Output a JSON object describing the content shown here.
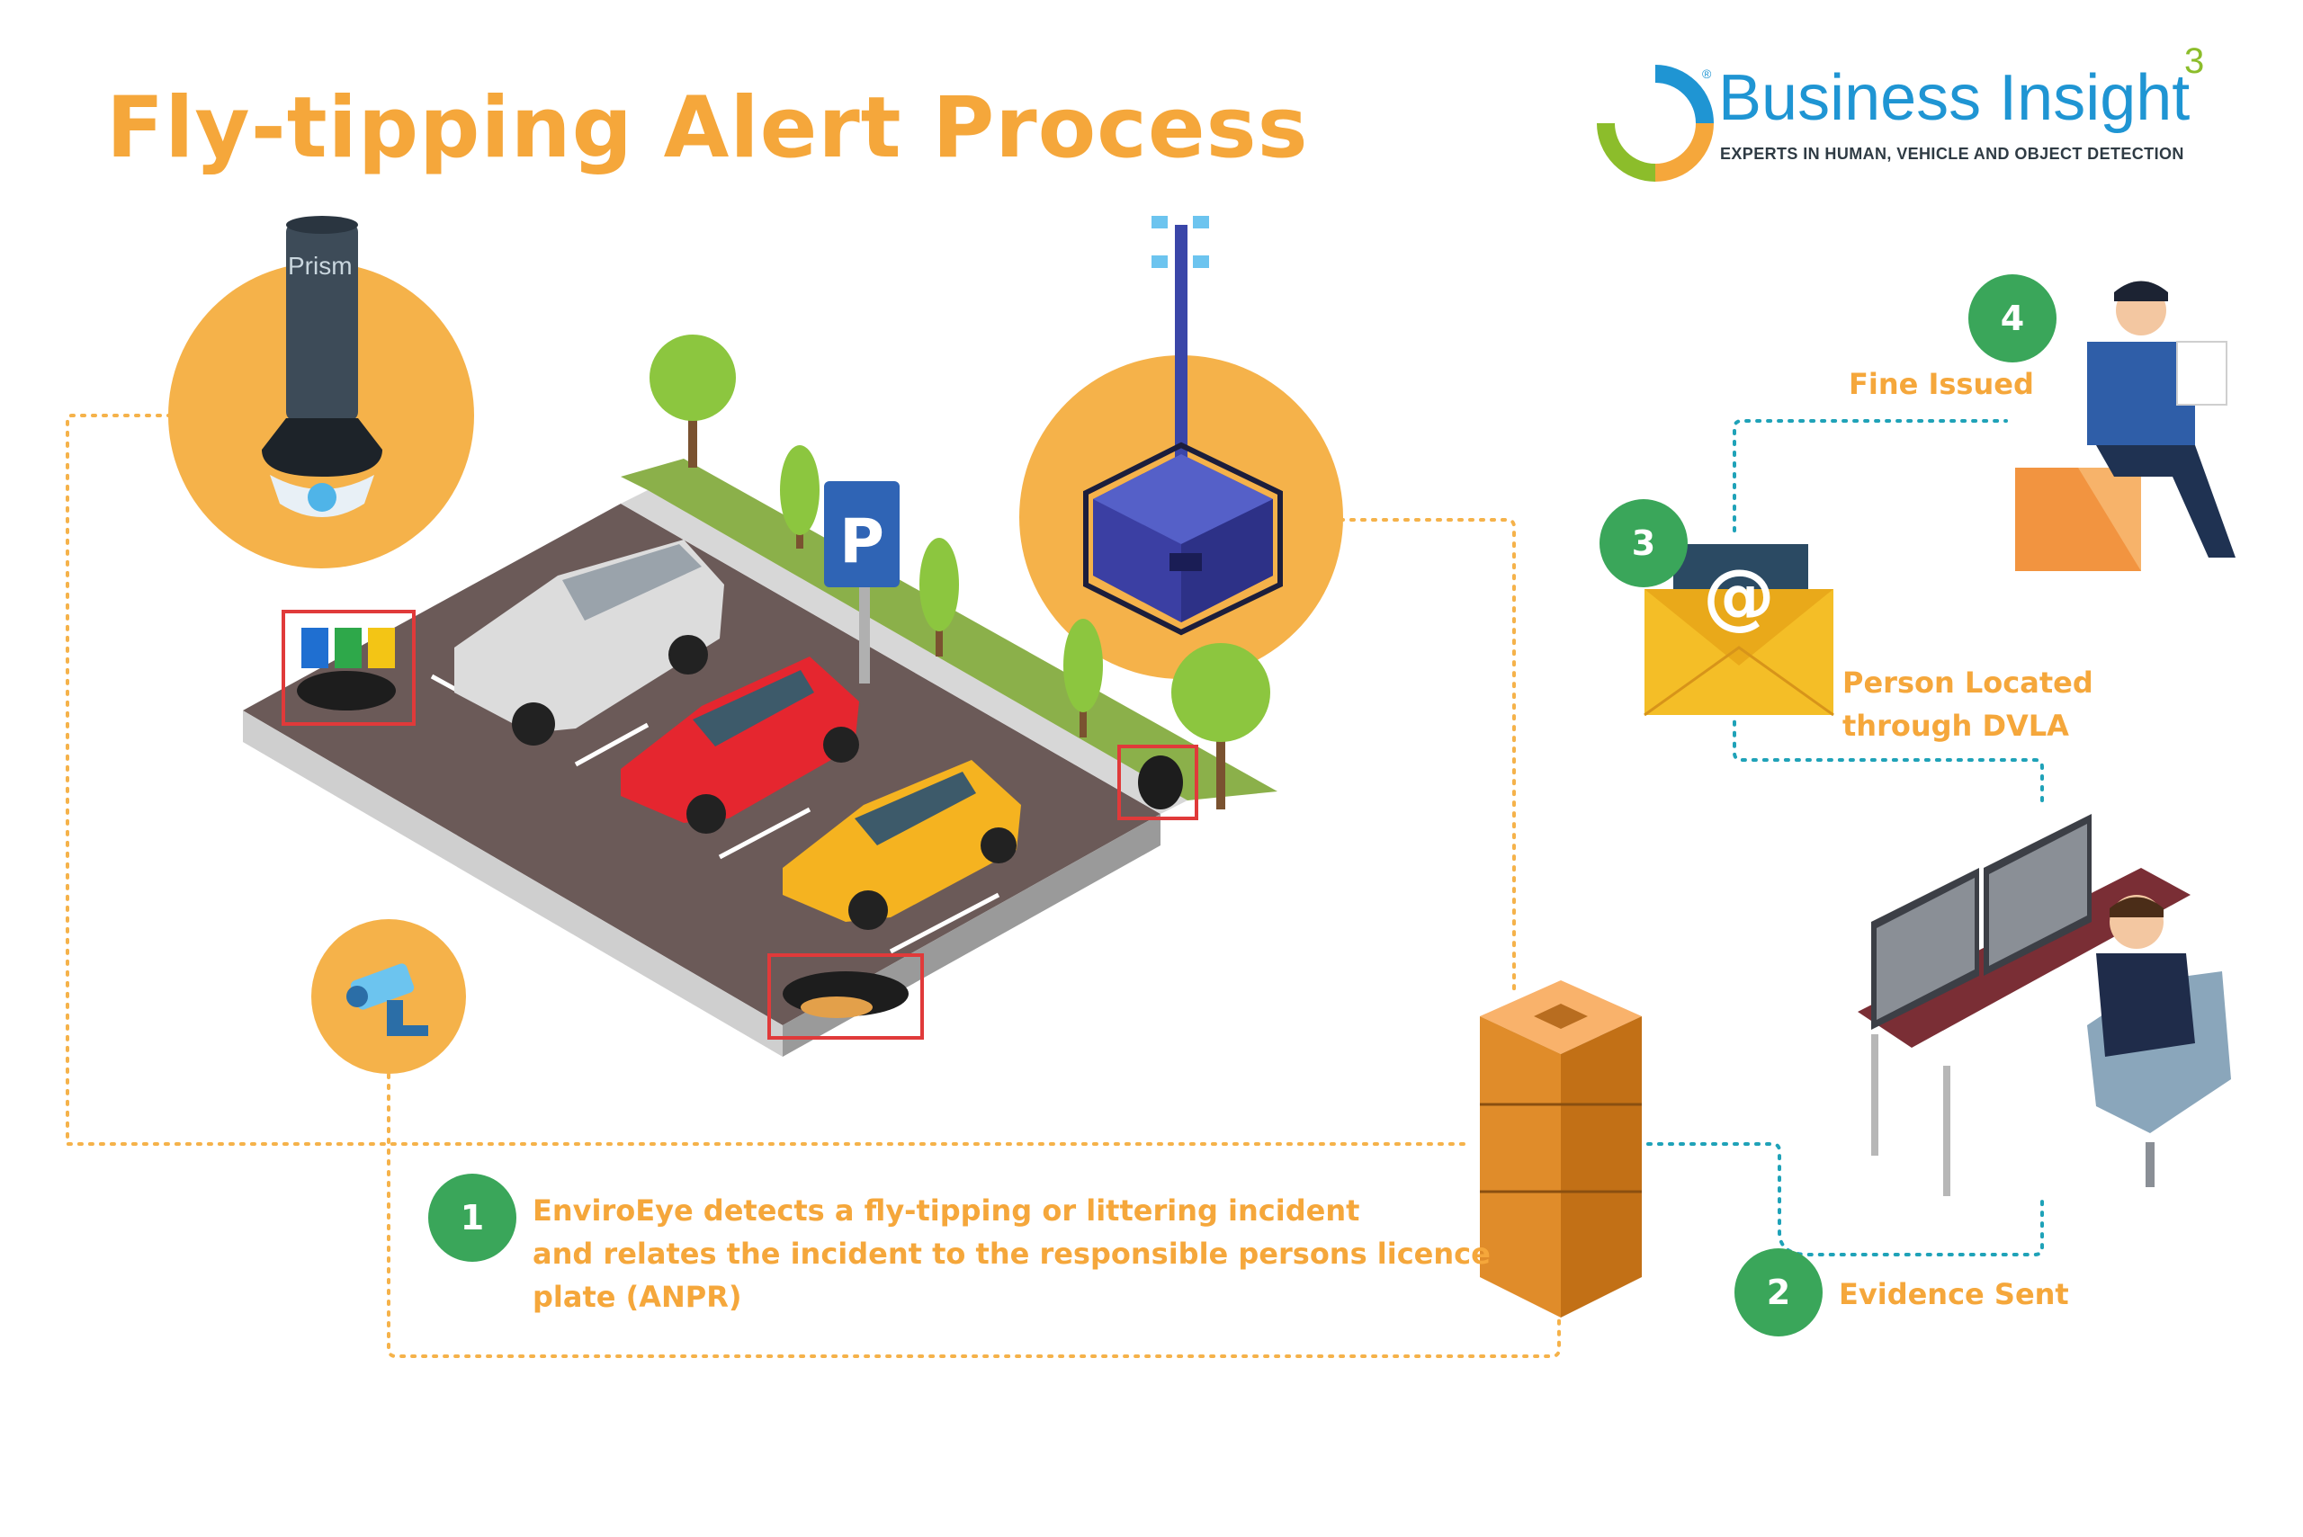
{
  "title": "Fly-tipping Alert Process",
  "brand": {
    "name": "Business Insight",
    "superscript": "3",
    "registered": "®",
    "tagline": "EXPERTS IN HUMAN, VEHICLE AND OBJECT DETECTION"
  },
  "camera_brand": "Prism",
  "parking_sign": "P",
  "email_symbol": "@",
  "steps": [
    {
      "number": "1",
      "lines": [
        "EnviroEye detects a fly-tipping or littering incident",
        "and relates the incident to the responsible persons licence",
        "plate (ANPR)"
      ]
    },
    {
      "number": "2",
      "lines": [
        "Evidence Sent"
      ]
    },
    {
      "number": "3",
      "lines": [
        "Person Located",
        "through DVLA"
      ]
    },
    {
      "number": "4",
      "lines": [
        "Fine Issued"
      ]
    }
  ],
  "colors": {
    "title": "#f5a73b",
    "step_badge": "#3aa65a",
    "connector_orange": "#f5b24a",
    "connector_teal": "#1fa2b8",
    "brand_blue": "#1f95d3",
    "brand_green": "#8cbd2b",
    "detection_box": "#e03a3a"
  },
  "icons": [
    "camera-icon",
    "cctv-camera-icon",
    "generator-icon",
    "server-icon",
    "email-icon",
    "operator-icon",
    "businessman-icon",
    "parking-sign-icon",
    "tree-icon",
    "car-icon",
    "van-icon",
    "litter-icon"
  ]
}
